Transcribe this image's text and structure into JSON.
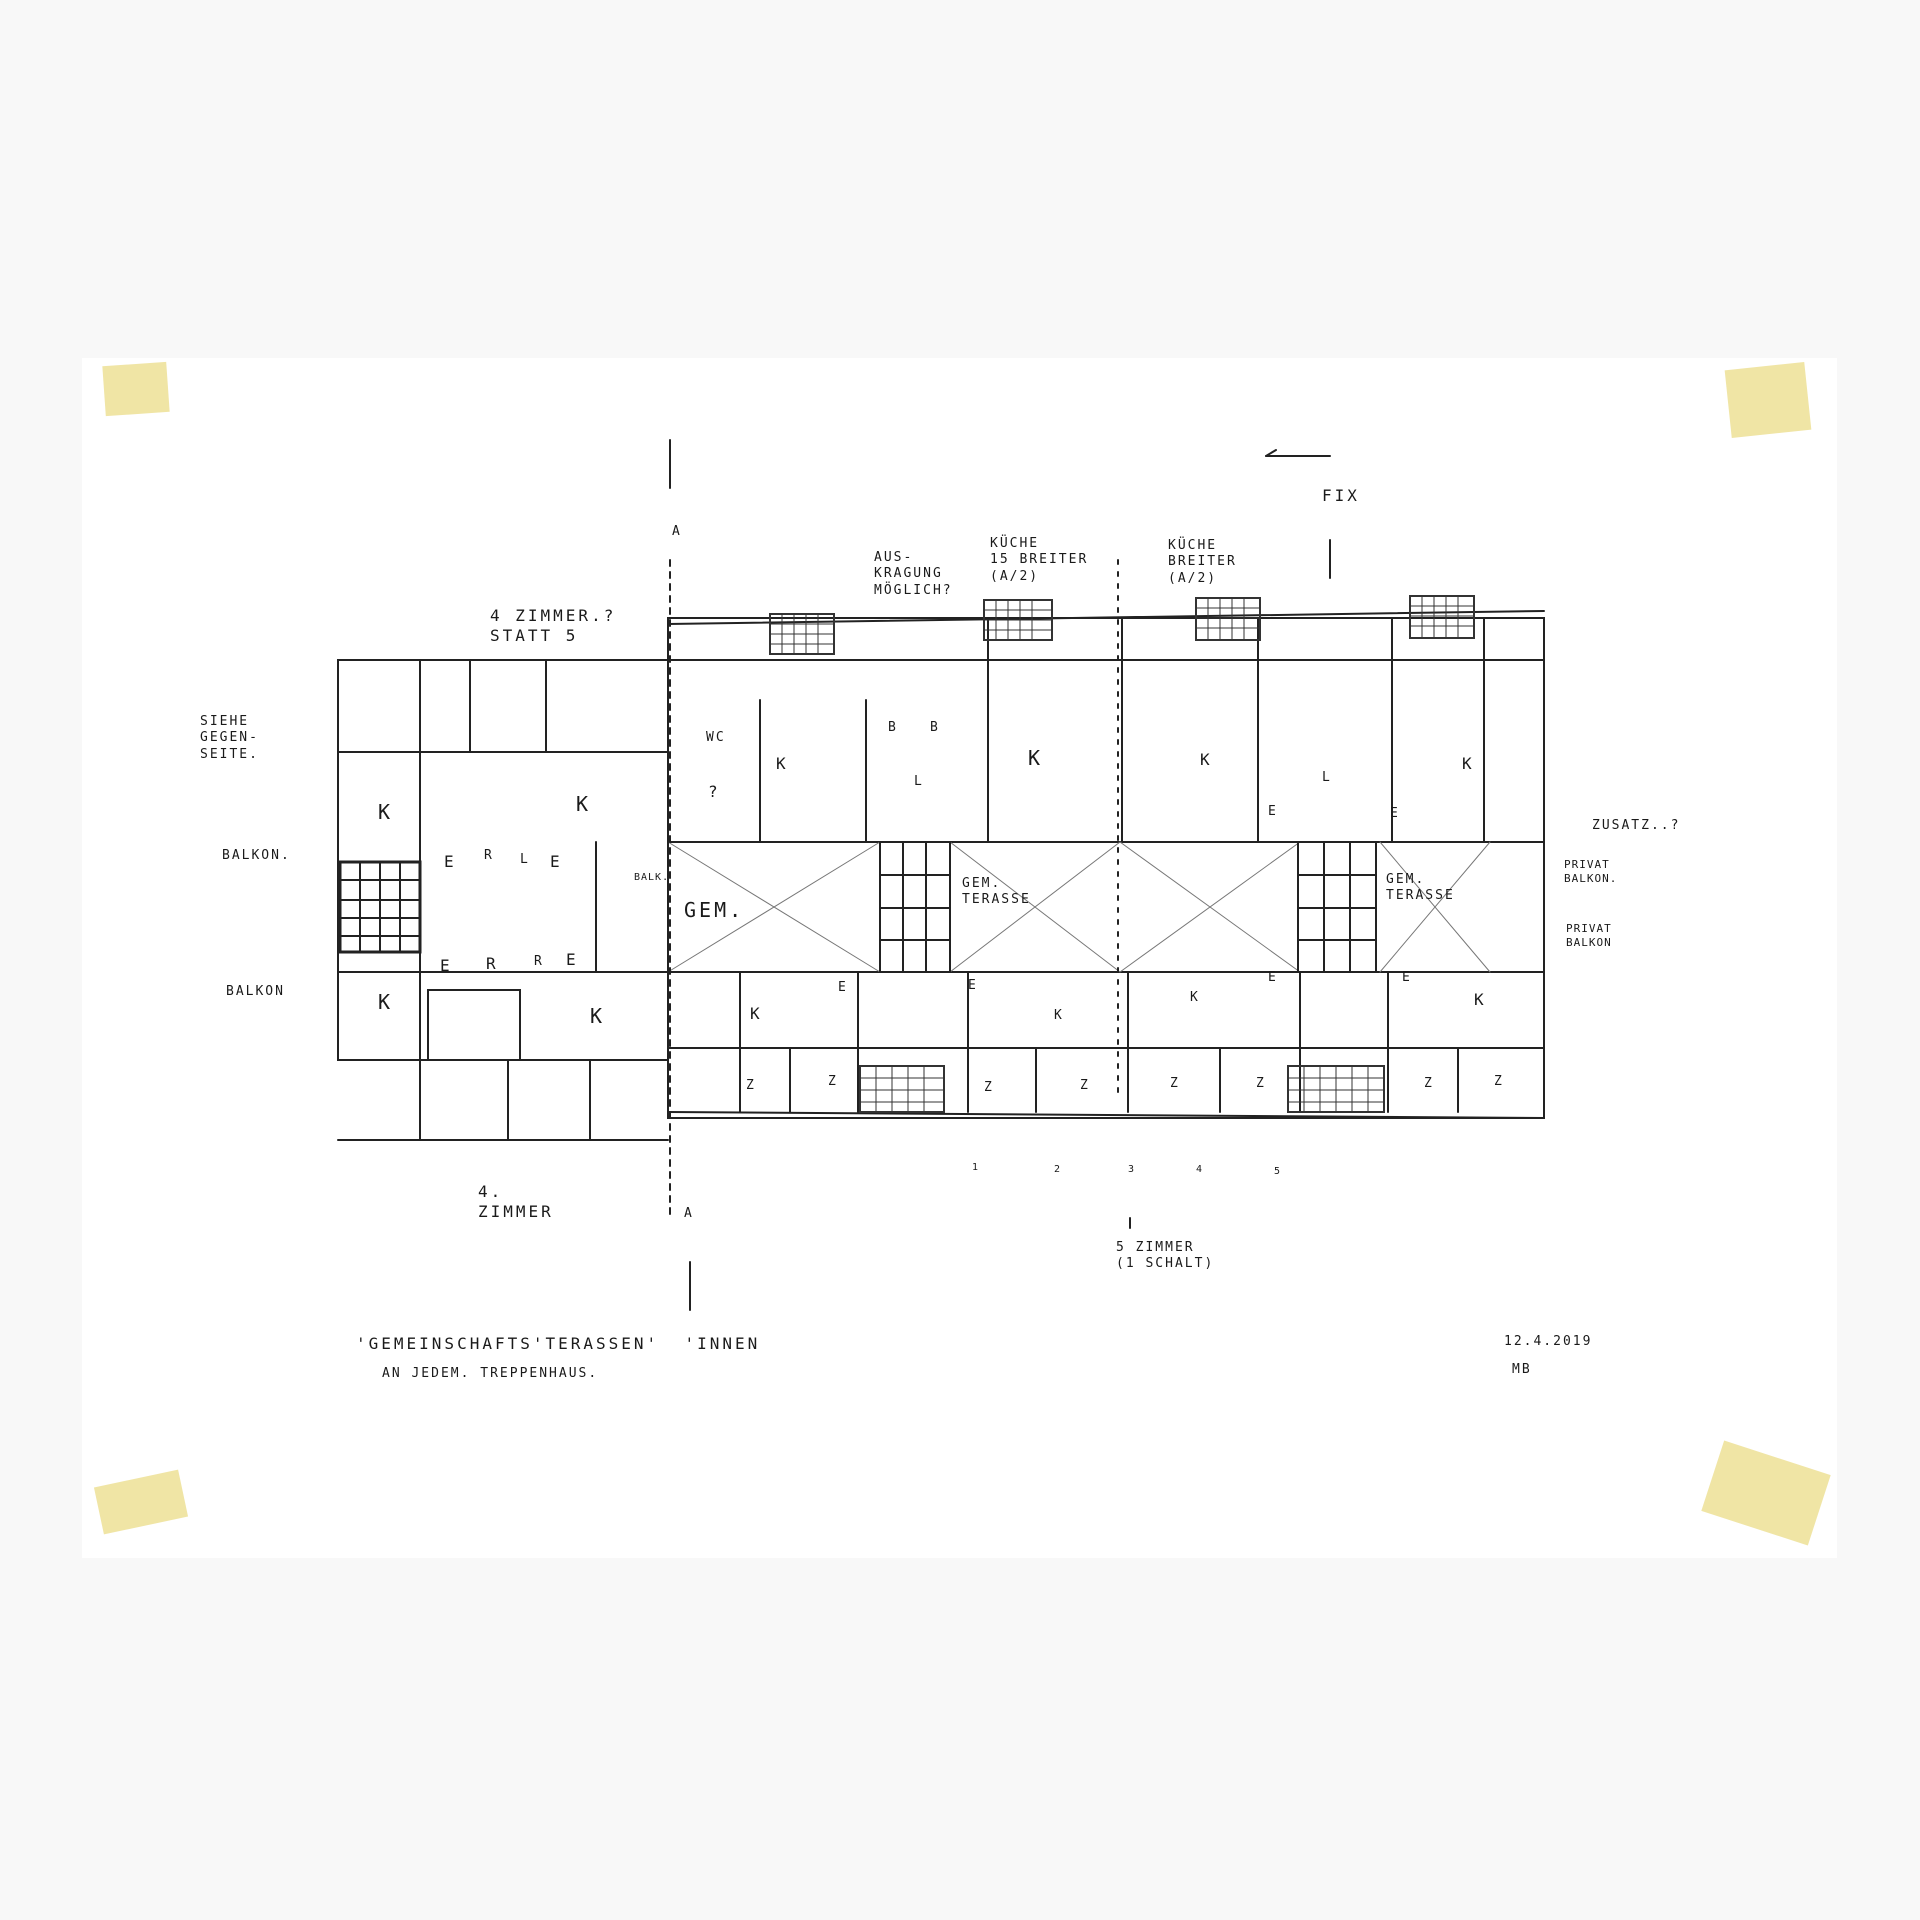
{
  "colors": {
    "ink": "#1a1a1a",
    "paper": "#ffffff",
    "background": "#f8f8f8",
    "tape": "#ecde8c"
  },
  "annotations": {
    "section_a_top": "A",
    "section_a_bottom": "A",
    "ausk": "AUS-\nKRAGUNG\nMÖGLICH?",
    "kueche1": "KÜCHE\n15 BREITER\n(A/2)",
    "kueche2": "KÜCHE\nBREITER\n(A/2)",
    "fix": "FIX",
    "vier_zimmer_q": "4 ZIMMER.?\nSTATT 5",
    "siehe": "SIEHE\nGEGEN-\nSEITE.",
    "balkon1": "BALKON.",
    "balkon2": "BALKON",
    "gem": "GEM.",
    "gem_terasse1": "GEM.\nTERASSE",
    "gem_terasse2": "GEM.\nTERASSE",
    "zusatz": "ZUSATZ..?",
    "privat1": "PRIVAT\nBALKON.",
    "privat2": "PRIVAT\nBALKON",
    "vier_zimmer": "4.\nZIMMER",
    "fuenf_zimmer": "5 ZIMMER\n(1 SCHALT)",
    "numbers": [
      "1",
      "2",
      "3",
      "4",
      "5"
    ],
    "caption_line1": "'GEMEINSCHAFTS'TERASSEN'  'INNEN",
    "caption_line2": "AN JEDEM. TREPPENHAUS.",
    "date": "12.4.2019",
    "initials": "MB"
  },
  "rooms": {
    "K": "K",
    "E": "E",
    "R": "R",
    "L": "L",
    "B": "B",
    "Z": "Z",
    "WC": "WC",
    "Q": "?",
    "BALK": "BALK."
  }
}
